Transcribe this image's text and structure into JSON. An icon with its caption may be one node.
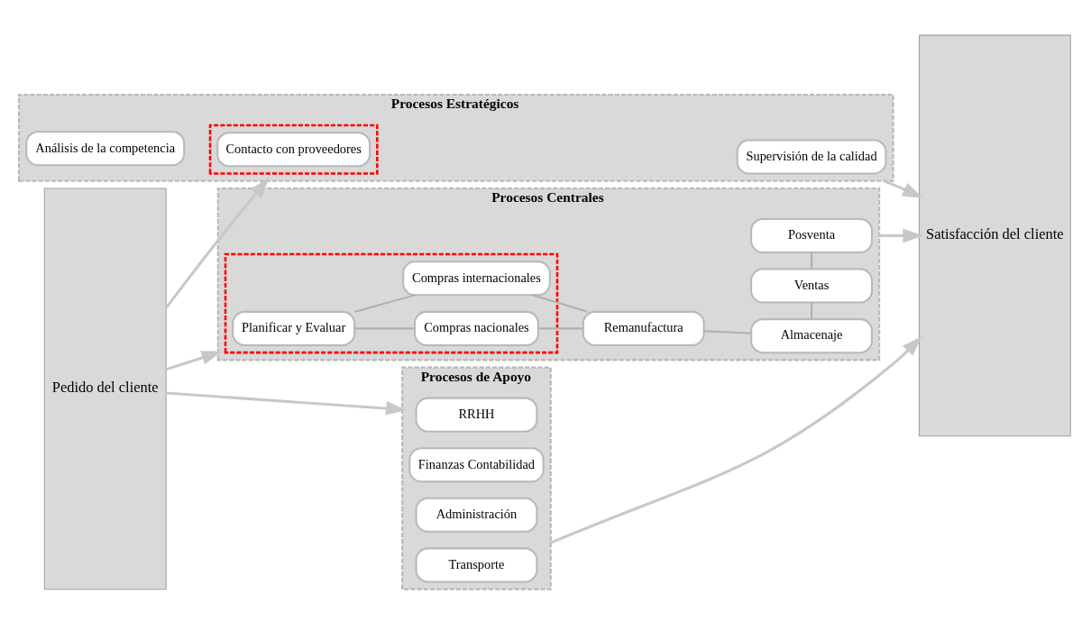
{
  "diagram": {
    "nodes": [
      {
        "text": [
          "Pedido del cliente"
        ]
      },
      {
        "text": [
          "Procesos Estratégicos"
        ]
      },
      {
        "text": [],
        "shape": "box",
        "in": 1
      },
      {
        "text": [
          "Contacto con proveedores"
        ],
        "in": 2
      },
      {
        "text": [
          "Análisis de la competencia"
        ],
        "in": 1
      },
      {
        "text": [
          "Supervisión de la calidad"
        ],
        "in": 1
      },
      {
        "text": [
          "Procesos Centrales"
        ]
      },
      {
        "text": [],
        "shape": "box",
        "in": 6
      },
      {
        "text": [
          "Planificar y Evaluar"
        ],
        "in": 7
      },
      {
        "text": [
          "Compras nacionales"
        ],
        "in": 7
      },
      {
        "text": [
          "Compras internacionales"
        ],
        "in": 7
      },
      {
        "text": [
          "Remanufactura"
        ],
        "in": 6
      },
      {
        "text": [
          "Almacenaje"
        ],
        "in": 6
      },
      {
        "text": [
          "Ventas"
        ],
        "in": 6
      },
      {
        "text": [
          "Posventa"
        ],
        "in": 6
      },
      {
        "text": [
          "Procesos de Apoyo"
        ]
      },
      {
        "text": [
          "RRHH"
        ],
        "in": 15
      },
      {
        "text": [
          "Finanzas Contabilidad"
        ],
        "in": 15
      },
      {
        "text": [
          "Administración"
        ],
        "in": 15
      },
      {
        "text": [
          "Transporte"
        ],
        "in": 15
      },
      {
        "text": [
          "Satisfacción del cliente"
        ]
      }
    ],
    "edges": [
      {
        "from": 0,
        "to": 1,
        "arrow": "to"
      },
      {
        "from": 0,
        "to": 6,
        "arrow": "to"
      },
      {
        "from": 0,
        "to": 15,
        "arrow": "to"
      },
      {
        "from": 8,
        "to": 9,
        "arrow": "none"
      },
      {
        "from": 8,
        "to": 10,
        "arrow": "none"
      },
      {
        "from": 9,
        "to": 11,
        "arrow": "none"
      },
      {
        "from": 10,
        "to": 11,
        "arrow": "none"
      },
      {
        "from": 11,
        "to": 12,
        "arrow": "none"
      },
      {
        "from": 12,
        "to": 13,
        "arrow": "none"
      },
      {
        "from": 13,
        "to": 14,
        "arrow": "none"
      },
      {
        "from": 1,
        "to": 20,
        "arrow": "to"
      },
      {
        "from": 6,
        "to": 20,
        "arrow": "to"
      },
      {
        "from": 15,
        "to": 20,
        "arrow": "to"
      }
    ]
  }
}
